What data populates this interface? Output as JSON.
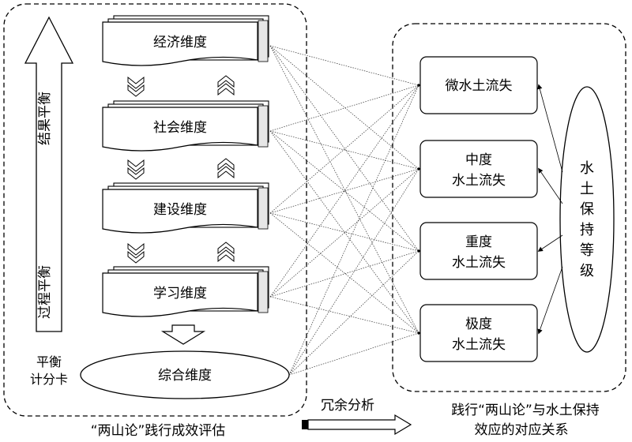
{
  "left_panel": {
    "caption_line1": "平衡",
    "caption_line2": "计分卡",
    "bottom_label": "“两山论”践行成效评估",
    "arrow_top_label": "结果平衡",
    "arrow_bottom_label": "过程平衡"
  },
  "dimensions": [
    {
      "label": "经济维度"
    },
    {
      "label": "社会维度"
    },
    {
      "label": "建设维度"
    },
    {
      "label": "学习维度"
    }
  ],
  "summary_dimension": {
    "label": "综合维度"
  },
  "right_panel": {
    "levels": [
      {
        "line1": "微水土流失",
        "line2": ""
      },
      {
        "line1": "中度",
        "line2": "水土流失"
      },
      {
        "line1": "重度",
        "line2": "水土流失"
      },
      {
        "line1": "极度",
        "line2": "水土流失"
      }
    ],
    "grade_label": "水土保持等级",
    "bottom_label_line1": "践行“两山论”与水土保持",
    "bottom_label_line2": "效应的对应关系"
  },
  "connector": {
    "label": "冗余分析"
  }
}
